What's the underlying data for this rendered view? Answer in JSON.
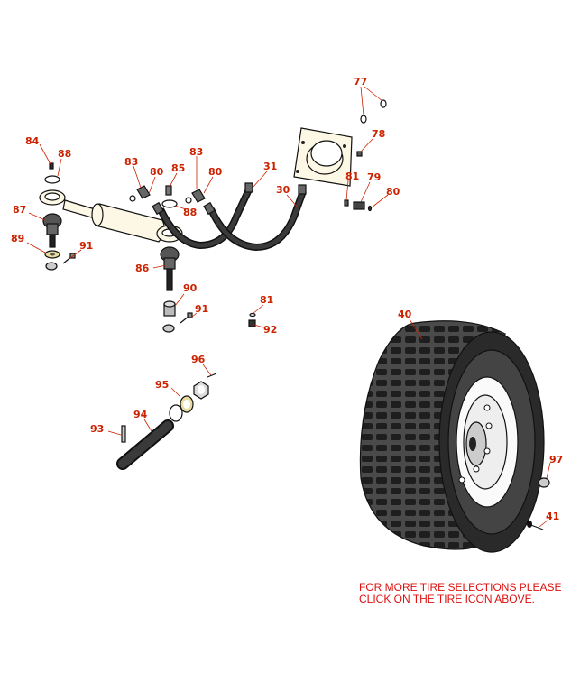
{
  "callouts": {
    "p84": "84",
    "p88a": "88",
    "p83a": "83",
    "p80a": "80",
    "p85": "85",
    "p83b": "83",
    "p80b": "80",
    "p88b": "88",
    "p87": "87",
    "p89": "89",
    "p91a": "91",
    "p86": "86",
    "p90": "90",
    "p91b": "91",
    "p31": "31",
    "p30": "30",
    "p77": "77",
    "p78": "78",
    "p81a": "81",
    "p79": "79",
    "p80c": "80",
    "p81b": "81",
    "p92": "92",
    "p96": "96",
    "p95": "95",
    "p94": "94",
    "p93": "93",
    "p40": "40",
    "p97": "97",
    "p41": "41"
  },
  "note": {
    "line1": "FOR MORE TIRE SELECTIONS PLEASE",
    "line2": "CLICK ON THE TIRE ICON ABOVE."
  },
  "colors": {
    "callout": "#cc2200",
    "part_fill": "#fdf8e6",
    "tire": "#2a2a2a",
    "note": "#e01010"
  }
}
